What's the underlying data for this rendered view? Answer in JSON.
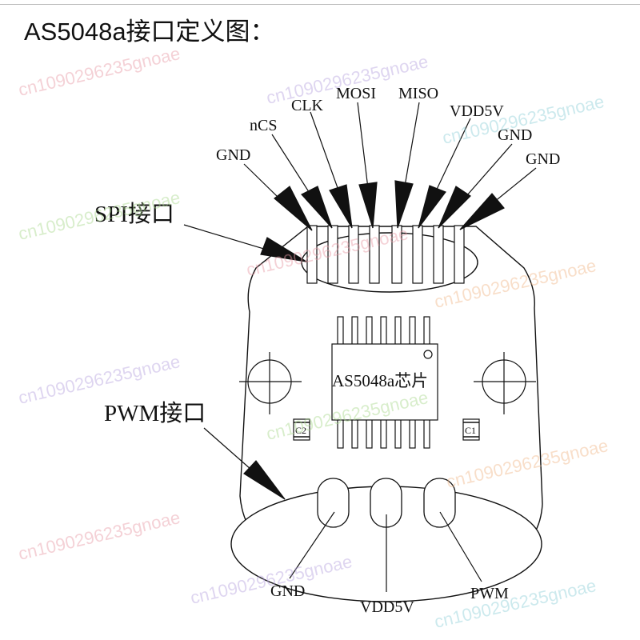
{
  "title": "AS5048a接口定义图：",
  "chip_label": "AS5048a芯片",
  "spi": {
    "label": "SPI接口",
    "pins": [
      "GND",
      "nCS",
      "CLK",
      "MOSI",
      "MISO",
      "VDD5V",
      "GND",
      "GND"
    ]
  },
  "pwm": {
    "label": "PWM接口",
    "pins": [
      "GND",
      "VDD5V",
      "PWM"
    ]
  },
  "capacitors": {
    "c1": "C1",
    "c2": "C2"
  },
  "watermark": {
    "text": "cn1090296235gnoae",
    "colors": [
      "#e89aa6",
      "#b7a4de",
      "#8fd0d8",
      "#a9d98e",
      "#f0b88a"
    ]
  }
}
